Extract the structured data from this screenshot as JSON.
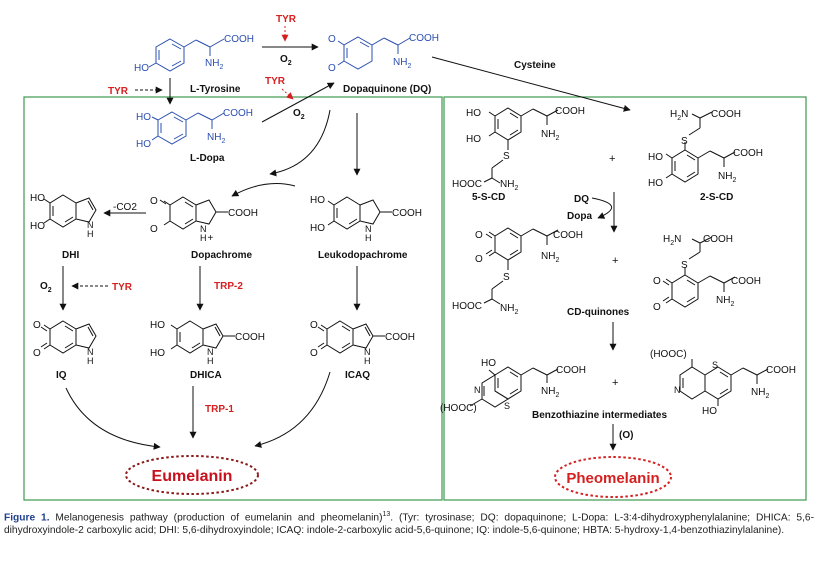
{
  "labels": {
    "l_tyrosine": "L-Tyrosine",
    "dopaquinone": "Dopaquinone (DQ)",
    "l_dopa": "L-Dopa",
    "dhi": "DHI",
    "dopachrome": "Dopachrome",
    "leukodopachrome": "Leukodopachrome",
    "iq": "IQ",
    "dhica": "DHICA",
    "icaq": "ICAQ",
    "five_s_cd": "5-S-CD",
    "two_s_cd": "2-S-CD",
    "cd_quinones": "CD-quinones",
    "benzothiazine": "Benzothiazine intermediates"
  },
  "reagents": {
    "tyr": "TYR",
    "o2": "O",
    "o2_sub": "2",
    "cysteine": "Cysteine",
    "minus_co2": "-CO2",
    "trp2": "TRP-2",
    "trp1": "TRP-1",
    "dq": "DQ",
    "dopa": "Dopa",
    "oxidation": "(O)",
    "plus": "+"
  },
  "groups": {
    "cooh": "COOH",
    "nh2": "NH",
    "nh2_sub": "2",
    "ho": "HO",
    "o": "O",
    "s": "S",
    "n": "N",
    "h": "H",
    "nh": "NH",
    "h_plus": "+",
    "hooc": "HOOC",
    "hooc_paren": "(HOOC"
  },
  "products": {
    "eumelanin": "Eumelanin",
    "pheomelanin": "Pheomelanin"
  },
  "caption": {
    "figure_label": "Figure 1.",
    "text_before_ref": " Melanogenesis pathway (production of eumelanin and pheomelanin)",
    "ref": "13",
    "text_after_ref": ". (Tyr: tyrosinase; DQ: dopaquinone; L-Dopa: L-3:4-dihydroxyphenylalanine; DHICA: 5,6-dihydroxyindole-2 carboxylic acid; DHI: 5,6-dihydroxyindole; ICAQ: indole-2-carboxylic acid-5,6-quinone; IQ: indole-5,6-quinone; HBTA: 5-hydroxy-1,4-benzothiazinylalanine)."
  },
  "colors": {
    "panel_border": "#3c9a4f",
    "enzyme_red": "#d62020",
    "product_red": "#c8101d",
    "blue_structure": "#2b4fb0",
    "black": "#111111",
    "caption_blue": "#1f3f8f"
  }
}
